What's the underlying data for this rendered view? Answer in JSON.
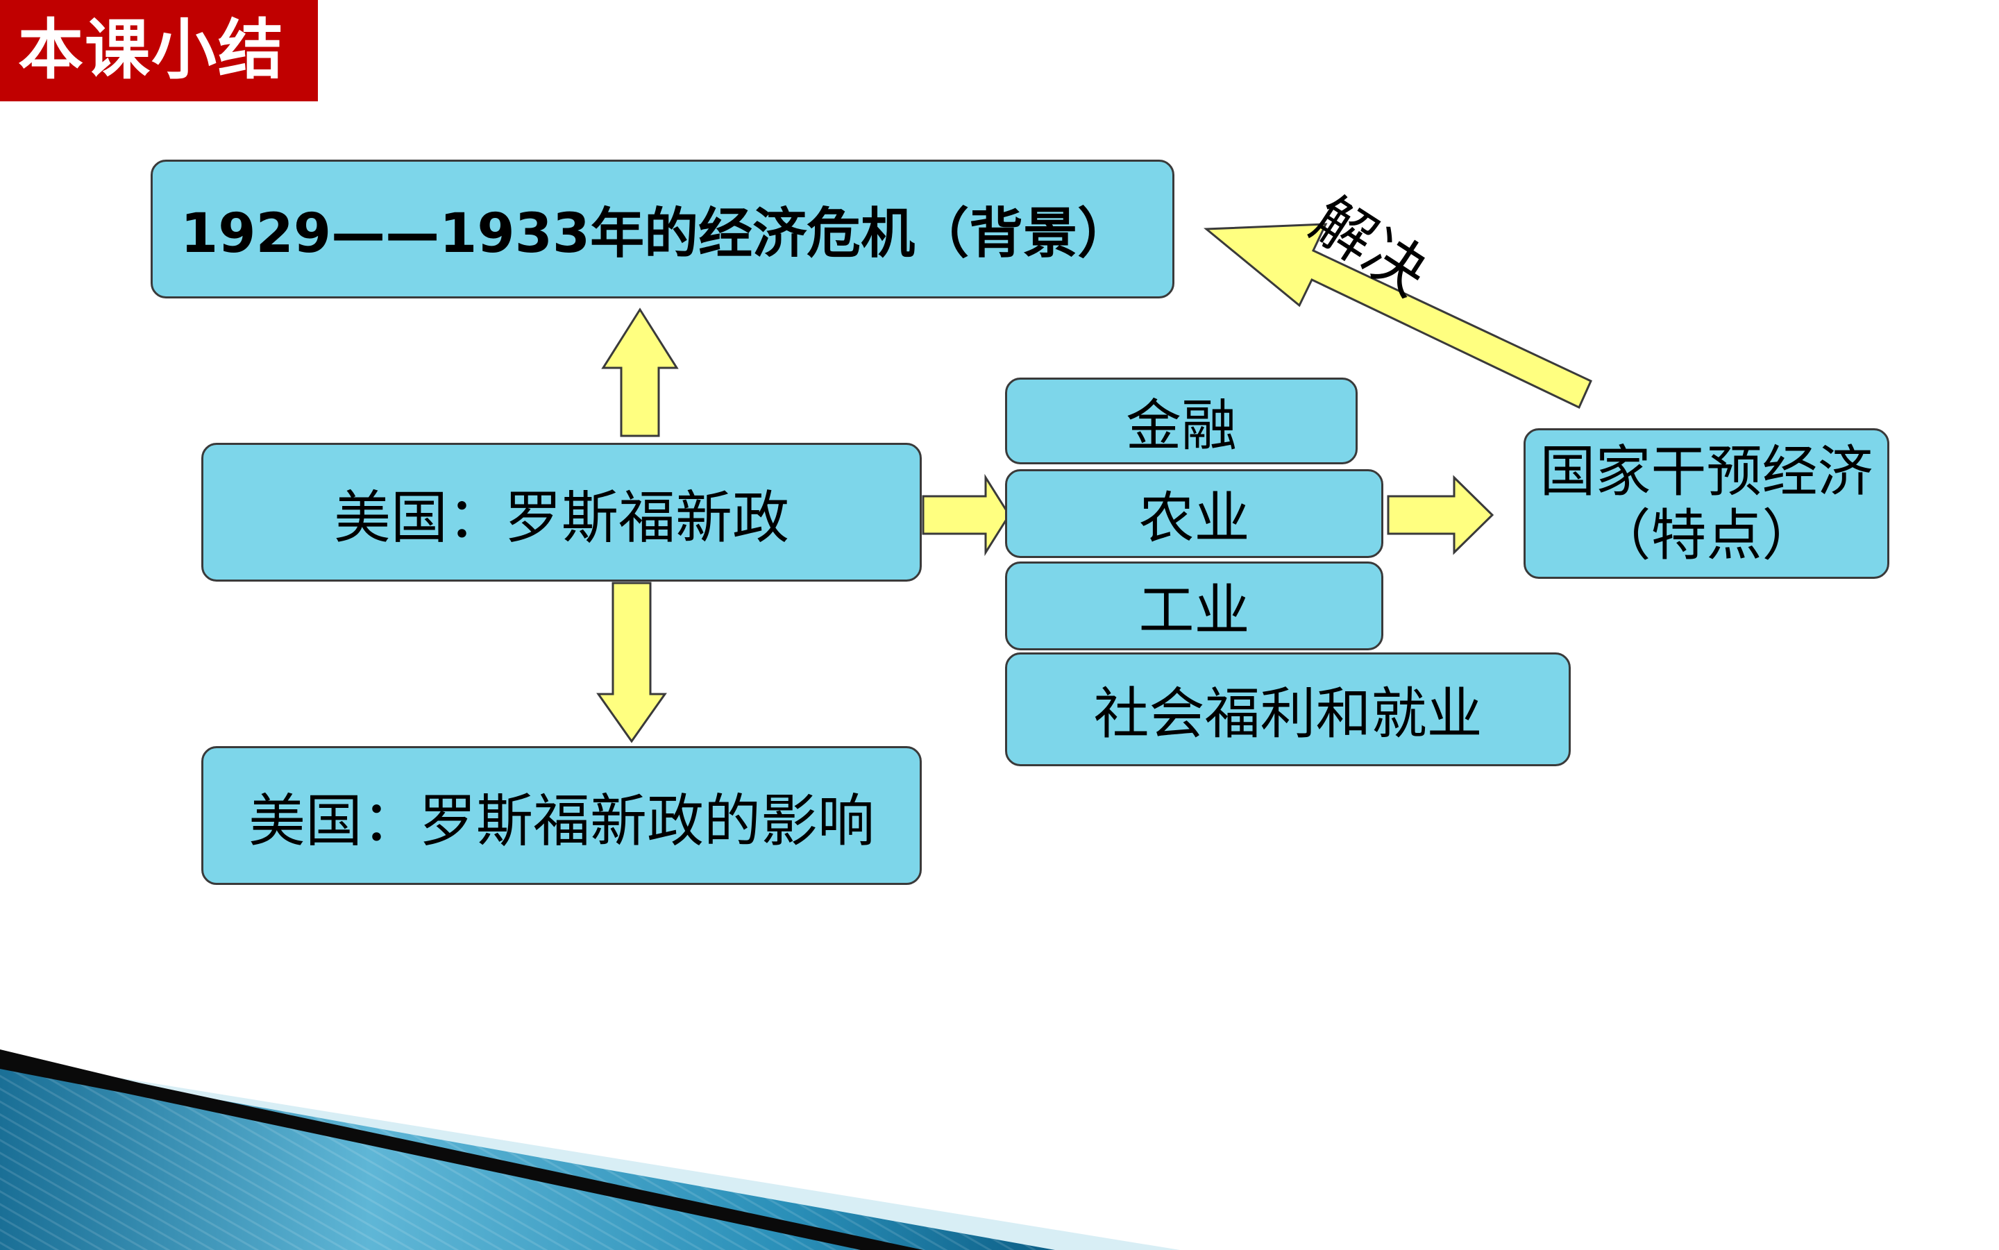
{
  "title": "本课小结",
  "boxes": {
    "background": "1929——1933年的经济危机（背景）",
    "new_deal": "美国：罗斯福新政",
    "impact": "美国：罗斯福新政的影响",
    "finance": "金融",
    "agriculture": "农业",
    "industry": "工业",
    "social": "社会福利和就业",
    "feature_line1": "国家干预经济",
    "feature_line2": "（特点）"
  },
  "solve_label": "解决",
  "colors": {
    "title_bg": "#c00000",
    "box_fill": "#7dd6ea",
    "arrow_fill": "#ffff80",
    "deco_blue": "#1f8fb8"
  }
}
